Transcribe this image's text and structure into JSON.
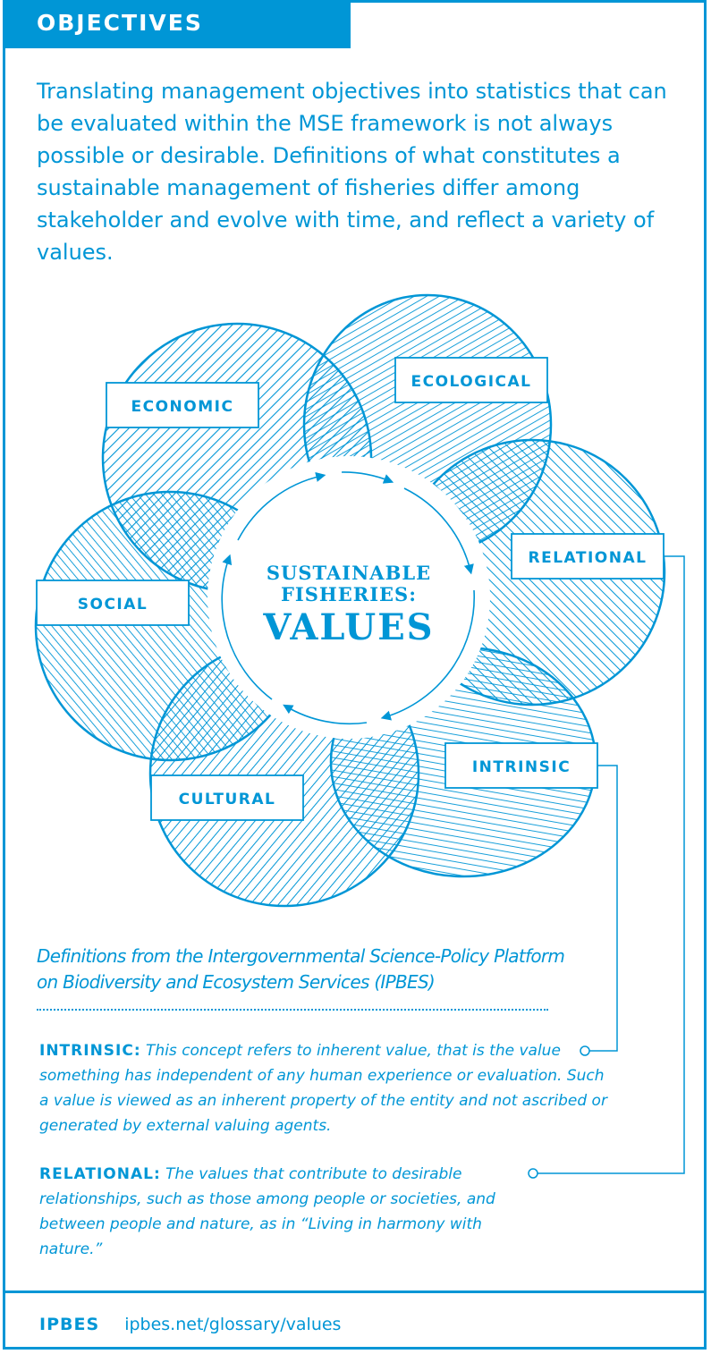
{
  "header": {
    "title": "OBJECTIVES"
  },
  "intro": "Translating management objectives into statistics that can be evaluated within the MSE framework is not always possible or desirable. Definitions of what constitutes a sustainable management of fisheries differ among stakeholder and evolve with time, and reflect a variety of values.",
  "diagram": {
    "center_line1": "SUSTAINABLE",
    "center_line2": "FISHERIES:",
    "center_line3": "VALUES",
    "labels": {
      "ecological": "ECOLOGICAL",
      "economic": "ECONOMIC",
      "relational": "RELATIONAL",
      "social": "SOCIAL",
      "intrinsic": "INTRINSIC",
      "cultural": "CULTURAL"
    }
  },
  "source_note": "Definitions from the Intergovernmental Science-Policy Platform on Biodiversity and Ecosystem Services (IPBES)",
  "definitions": {
    "intrinsic": {
      "term": "INTRINSIC:",
      "text": "This concept refers to inherent value, that is the value something has independent of any human experience or evaluation. Such a value is viewed as an inherent property of the entity and not ascribed or generated by external valuing agents."
    },
    "relational": {
      "term": "RELATIONAL:",
      "text": "The values that contribute to desirable relationships, such as those among people or societies, and between people and nature, as in “Living in harmony with nature.”"
    }
  },
  "footer": {
    "org": "IPBES",
    "url": "ipbes.net/glossary/values"
  },
  "colors": {
    "accent": "#0096d6",
    "background": "#ffffff"
  }
}
